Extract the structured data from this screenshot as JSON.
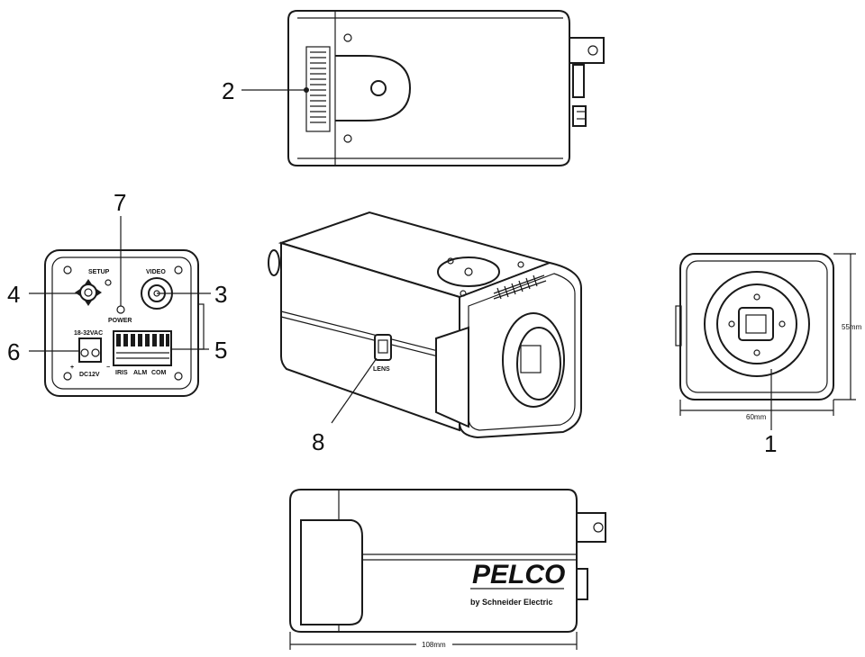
{
  "callouts": {
    "n1": "1",
    "n2": "2",
    "n3": "3",
    "n4": "4",
    "n5": "5",
    "n6": "6",
    "n7": "7",
    "n8": "8"
  },
  "rear_panel": {
    "setup": "SETUP",
    "video": "VIDEO",
    "power": "POWER",
    "ac": "18-32VAC",
    "dc": "DC12V",
    "plus": "+",
    "minus": "−",
    "dip1": "IRIS",
    "dip2": "ALM",
    "dip3": "COM"
  },
  "side_view": {
    "lens_label": "LENS"
  },
  "dimensions": {
    "height": "55mm",
    "width": "60mm",
    "length": "108mm"
  },
  "brand": {
    "name": "PELCO",
    "tagline": "by Schneider Electric"
  }
}
